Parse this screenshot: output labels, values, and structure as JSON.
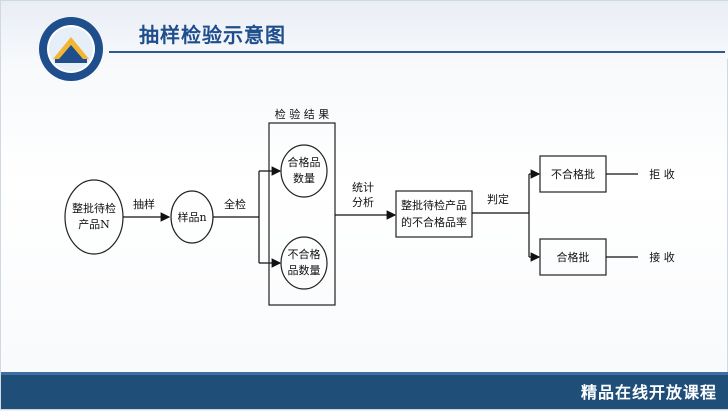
{
  "header": {
    "title": "抽样检验示意图"
  },
  "diagram": {
    "lot_label_1": "整批待检",
    "lot_label_2": "产品N",
    "sampling_label": "抽样",
    "sample_label": "样品n",
    "full_inspection_label": "全检",
    "results_title": "检 验 结 果",
    "pass_count_1": "合格品",
    "pass_count_2": "数量",
    "fail_count_1": "不合格",
    "fail_count_2": "品数量",
    "stat_label_1": "统计",
    "stat_label_2": "分析",
    "rate_label_1": "整批待检产品",
    "rate_label_2": "的不合格品率",
    "judge_label": "判定",
    "reject_lot": "不合格批",
    "accept_lot": "合格批",
    "reject_action": "拒 收",
    "accept_action": "接 收"
  },
  "footer": {
    "text": "精品在线开放课程"
  },
  "colors": {
    "title": "#1f4e8c",
    "footer": "#1f4e79"
  }
}
